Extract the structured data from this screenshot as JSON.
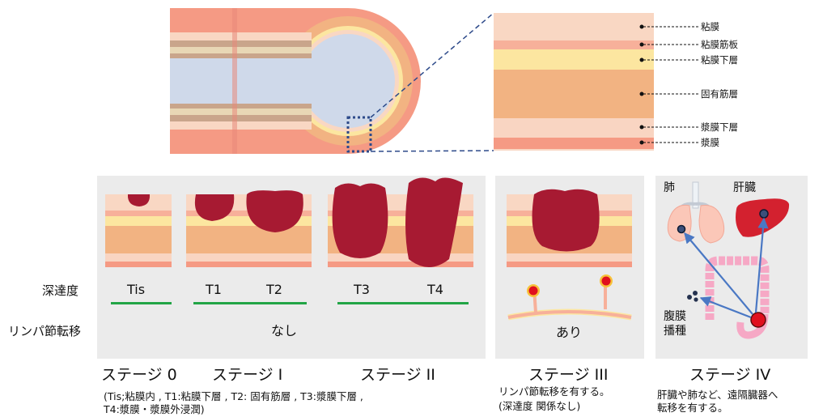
{
  "layers": [
    "粘膜",
    "粘膜筋板",
    "粘膜下層",
    "固有筋層",
    "漿膜下層",
    "漿膜"
  ],
  "row_labels": {
    "depth": "深達度",
    "lymph": "リンパ節転移"
  },
  "depth_labels": [
    "Tis",
    "T1",
    "T2",
    "T3",
    "T4"
  ],
  "lymph_status": {
    "none": "なし",
    "present": "あり"
  },
  "stages": [
    "ステージ 0",
    "ステージ I",
    "ステージ II",
    "ステージ III",
    "ステージ IV"
  ],
  "captions": {
    "early": [
      "(Tis;粘膜内 , T1:粘膜下層 , T2: 固有筋層 , T3:漿膜下層 ,",
      "T4:漿膜・漿膜外浸潤)"
    ],
    "stage3": [
      "リンパ節転移を有する。",
      "(深達度 関係なし)"
    ],
    "stage4": [
      "肝臓や肺など、遠隔臓器へ",
      "転移を有する。"
    ]
  },
  "organs": {
    "lung": "肺",
    "liver": "肝臓",
    "peritoneum_line1": "腹膜",
    "peritoneum_line2": "播種"
  },
  "colors": {
    "mucosa": "#f9d7c3",
    "muscularis_mucosae": "#f7b09a",
    "submucosa": "#fce6a0",
    "muscularis_propria": "#f2b382",
    "subserosa": "#f9d5c2",
    "serosa": "#f59a84",
    "tumor": "#a71a32",
    "stage_box": "#ebebeb",
    "depth_bar": "#22a546",
    "arrow": "#4a78c4"
  }
}
